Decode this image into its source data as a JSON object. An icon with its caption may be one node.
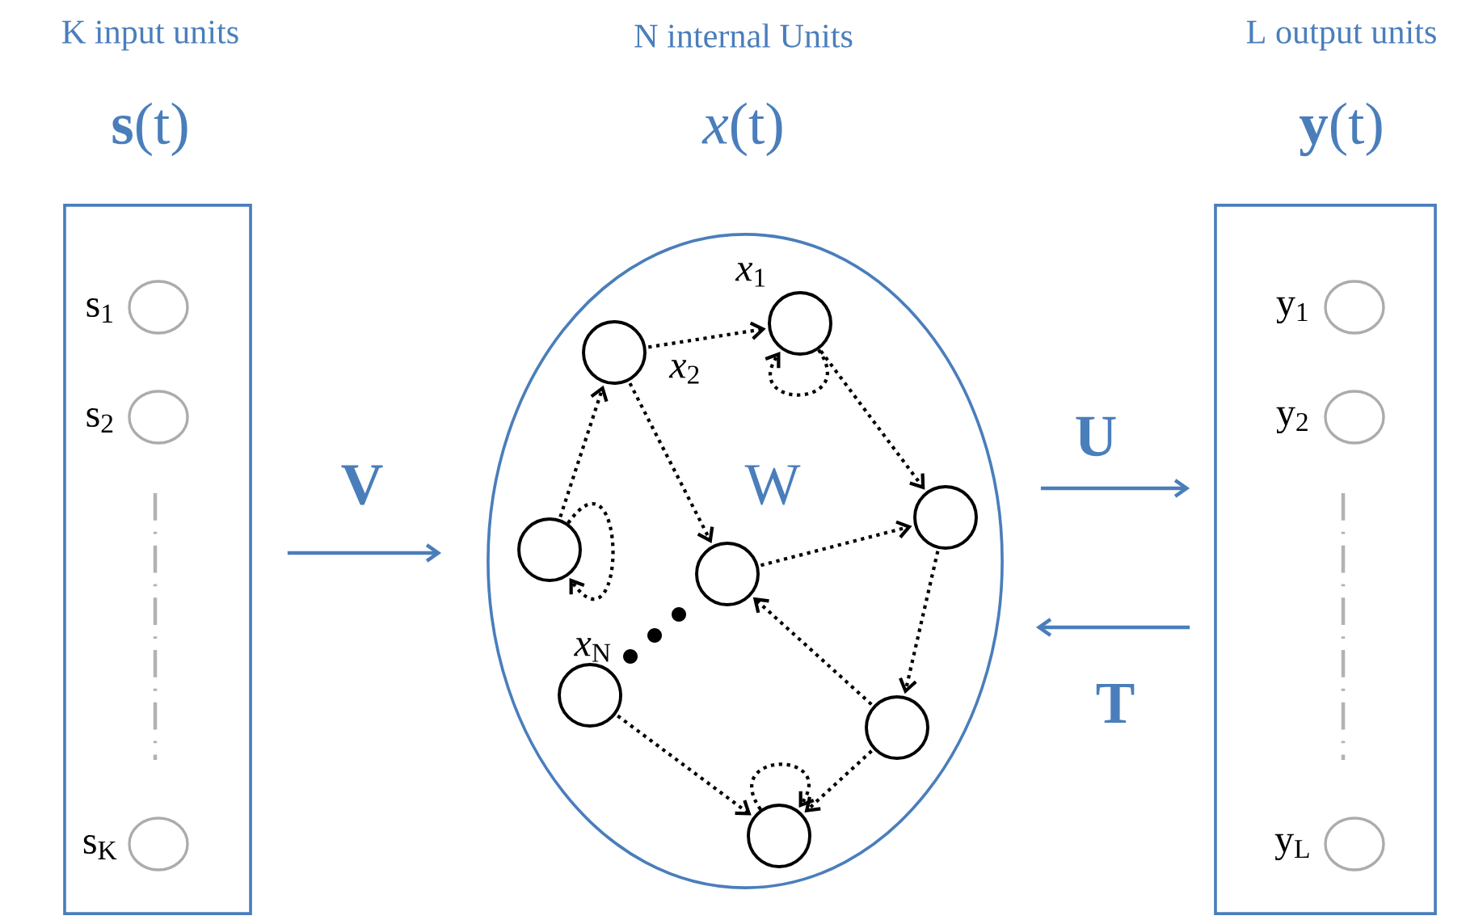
{
  "diagram": {
    "nodes": [
      {
        "text": [
          "K input units",
          "**s**(t)"
        ]
      },
      {
        "text": [],
        "shape": "circle",
        "in": 0,
        "beside": [
          "s$_{1}$"
        ]
      },
      {
        "text": [],
        "shape": "circle",
        "in": 0,
        "beside": [
          "s$_{2}$"
        ]
      },
      {
        "text": [],
        "shape": "circle",
        "in": 0,
        "beside": [
          "s$_{K}$"
        ]
      },
      {
        "text": [
          "N internal Units",
          "*x*(t)",
          "W"
        ]
      },
      {
        "text": [],
        "shape": "circle",
        "in": 4,
        "beside": [
          "*x*$_{1}$"
        ]
      },
      {
        "text": [],
        "shape": "circle",
        "in": 4,
        "beside": [
          "*x*$_{2}$"
        ]
      },
      {
        "text": [],
        "shape": "circle",
        "in": 4
      },
      {
        "text": [],
        "shape": "circle",
        "in": 4
      },
      {
        "text": [],
        "shape": "circle",
        "in": 4
      },
      {
        "text": [],
        "shape": "circle",
        "in": 4,
        "beside": [
          "*x*$_{N}$"
        ]
      },
      {
        "text": [],
        "shape": "circle",
        "in": 4
      },
      {
        "text": [],
        "shape": "circle",
        "in": 4
      },
      {
        "text": [
          "L output units",
          "**y**(t)"
        ]
      },
      {
        "text": [],
        "shape": "circle",
        "in": 13,
        "beside": [
          "y$_{1}$"
        ]
      },
      {
        "text": [],
        "shape": "circle",
        "in": 13,
        "beside": [
          "y$_{2}$"
        ]
      },
      {
        "text": [],
        "shape": "circle",
        "in": 13,
        "beside": [
          "y$_{L}$"
        ]
      }
    ],
    "edges": [
      {
        "from": 0,
        "to": 4,
        "arrow": "to",
        "label": "V",
        "color": "#4a7ebb"
      },
      {
        "from": 4,
        "to": 13,
        "arrow": "to",
        "label": "U",
        "color": "#4a7ebb"
      },
      {
        "from": 13,
        "to": 4,
        "arrow": "to",
        "label": "T",
        "color": "#4a7ebb"
      },
      {
        "from": 6,
        "to": 5,
        "arrow": "to",
        "style": "dashed"
      },
      {
        "from": 5,
        "to": 5,
        "arrow": "to",
        "style": "dashed"
      },
      {
        "from": 5,
        "to": 7,
        "arrow": "to",
        "style": "dashed"
      },
      {
        "from": 6,
        "to": 9,
        "arrow": "to",
        "style": "dashed"
      },
      {
        "from": 8,
        "to": 6,
        "arrow": "to",
        "style": "dashed"
      },
      {
        "from": 8,
        "to": 8,
        "arrow": "to",
        "style": "dashed"
      },
      {
        "from": 9,
        "to": 7,
        "arrow": "to",
        "style": "dashed"
      },
      {
        "from": 7,
        "to": 11,
        "arrow": "to",
        "style": "dashed"
      },
      {
        "from": 11,
        "to": 9,
        "arrow": "to",
        "style": "dashed"
      },
      {
        "from": 10,
        "to": 12,
        "arrow": "to",
        "style": "dashed"
      },
      {
        "from": 11,
        "to": 12,
        "arrow": "to",
        "style": "dashed"
      },
      {
        "from": 12,
        "to": 12,
        "arrow": "to",
        "style": "dashed"
      }
    ]
  }
}
